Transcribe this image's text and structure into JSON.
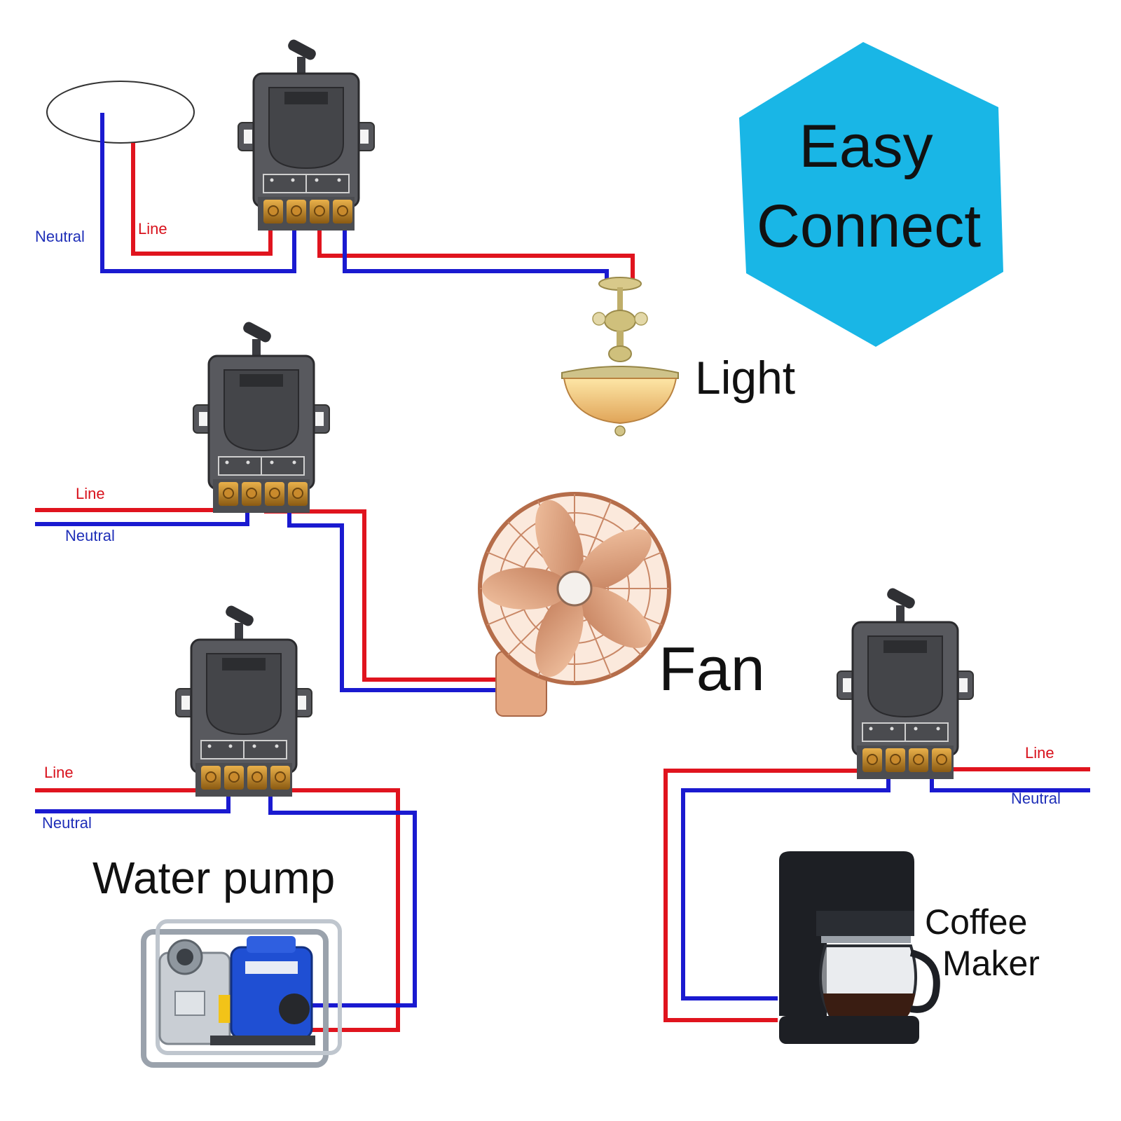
{
  "badge": {
    "line1": "Easy",
    "line2": "Connect",
    "color": "#19b6e6"
  },
  "wire_labels": {
    "line": "Line",
    "neutral": "Neutral"
  },
  "wire_colors": {
    "line": "#e0141e",
    "neutral": "#1a1ad0"
  },
  "appliances": {
    "light": "Light",
    "fan": "Fan",
    "water_pump": "Water pump",
    "coffee_line1": "Coffee",
    "coffee_line2": "Maker"
  }
}
